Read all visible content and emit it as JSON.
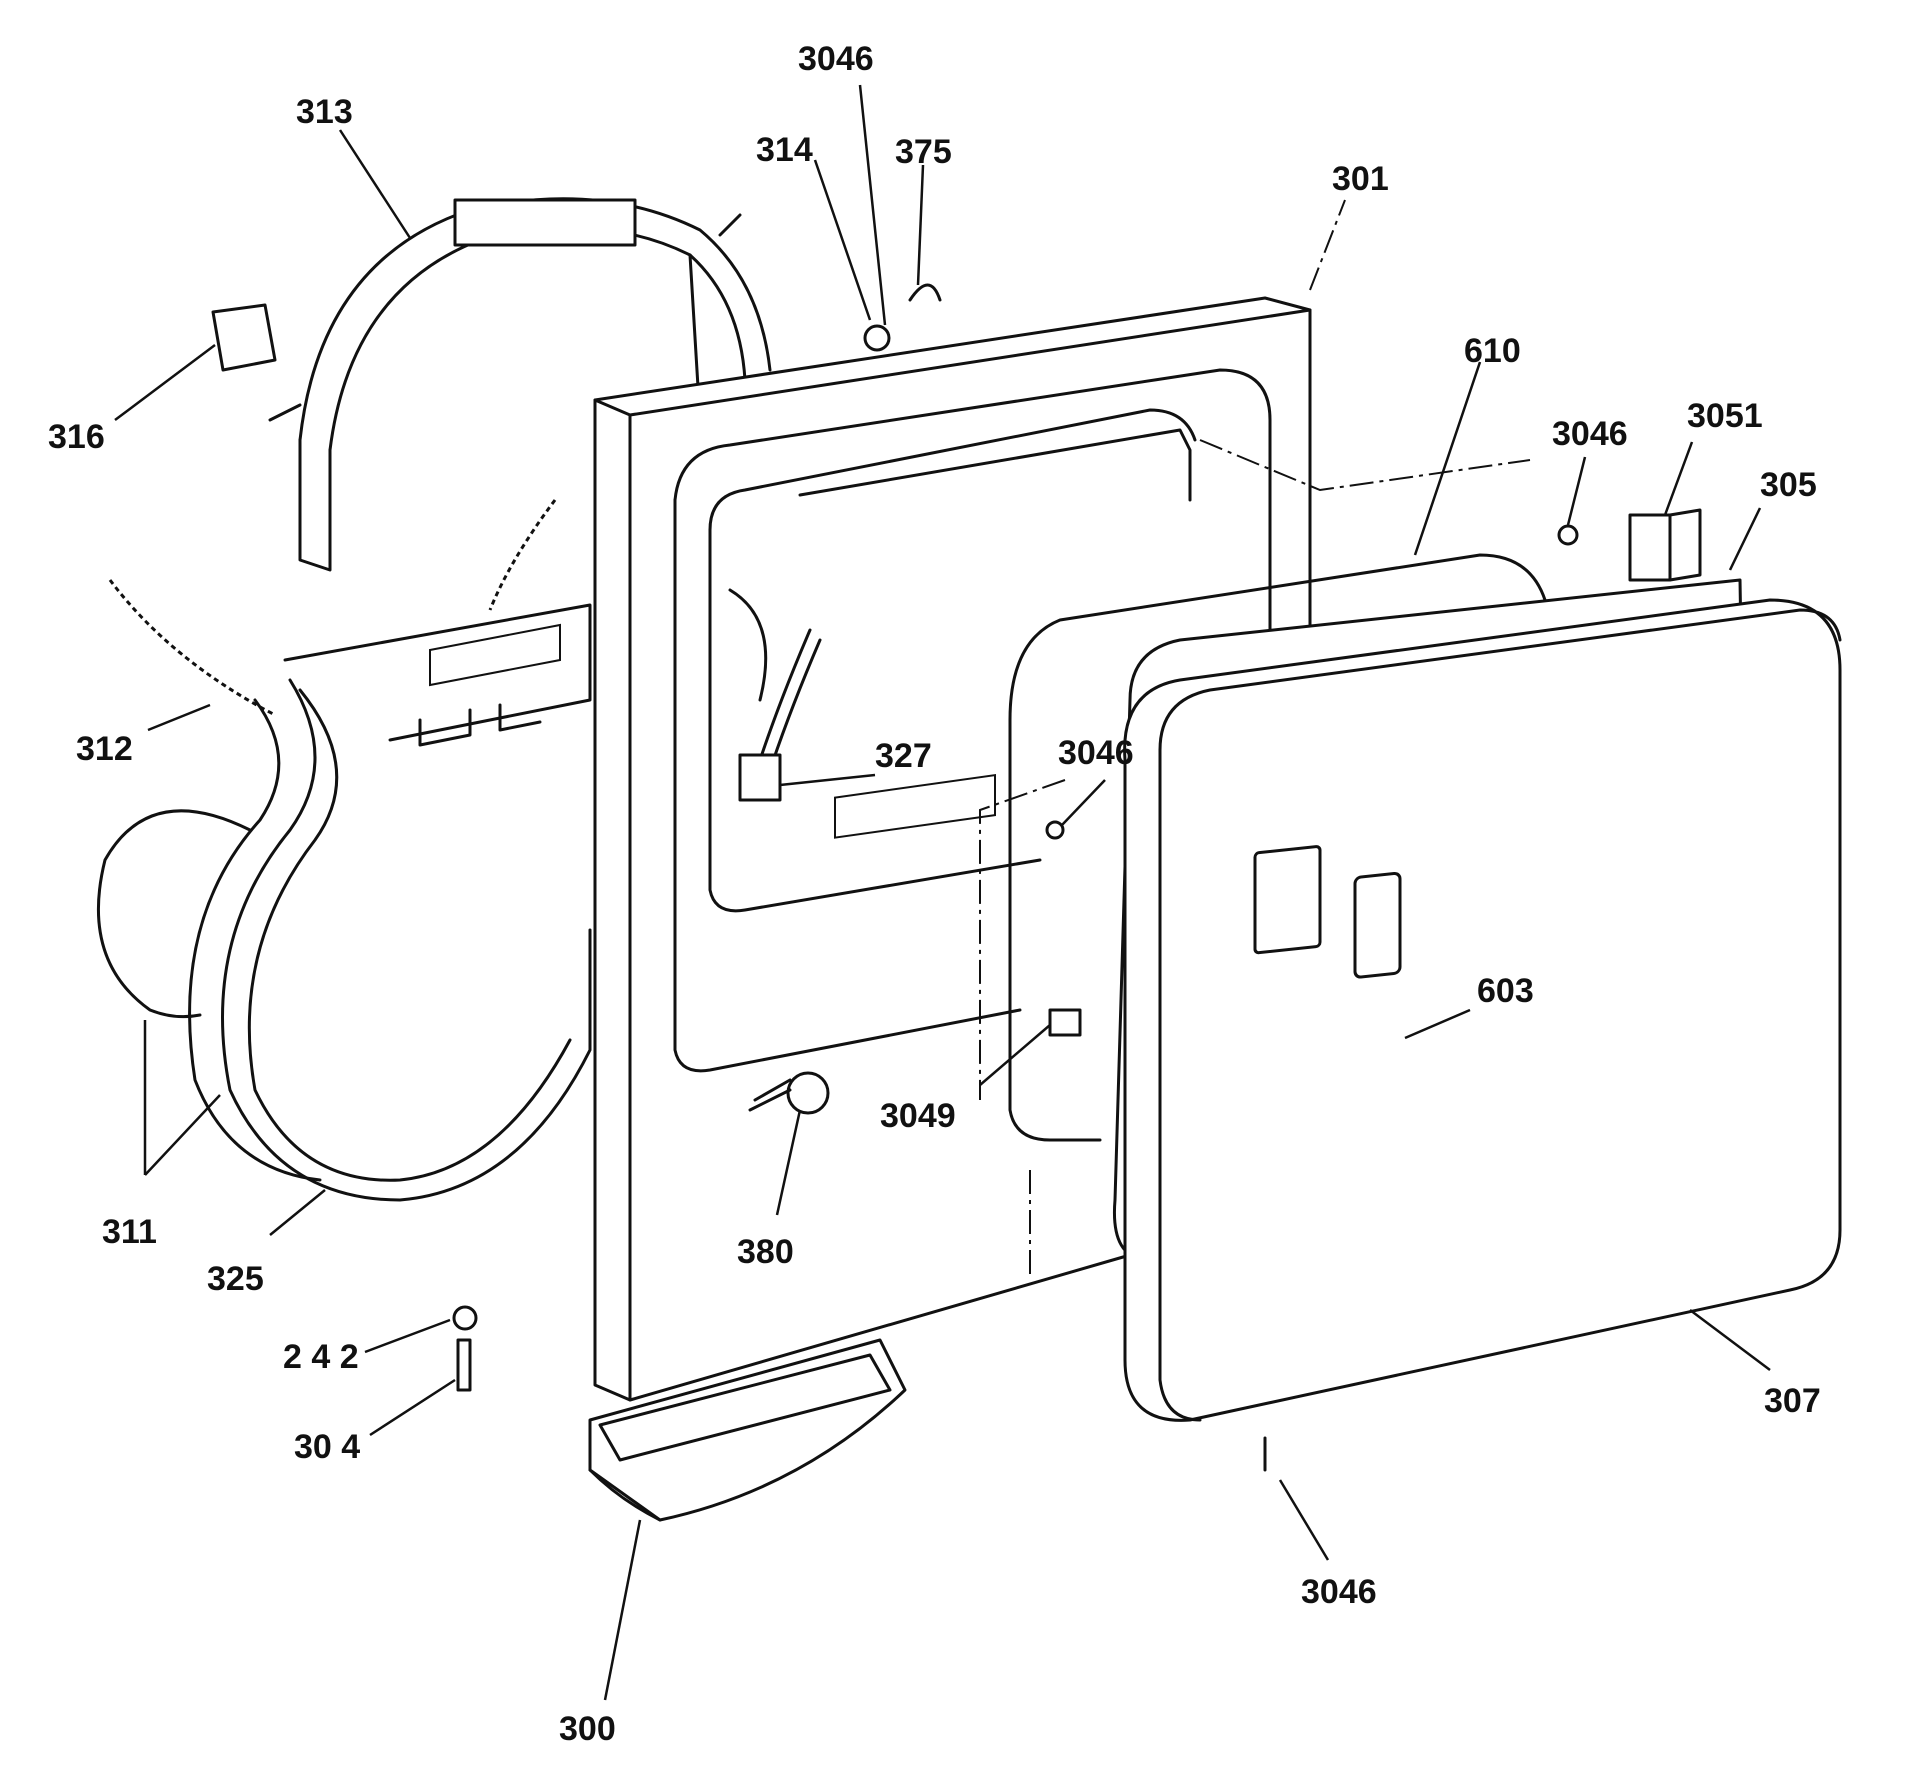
{
  "callouts": {
    "c313": "313",
    "c3046_top": "3046",
    "c314": "314",
    "c375": "375",
    "c301": "301",
    "c316": "316",
    "c610": "610",
    "c3046_right": "3046",
    "c3051": "3051",
    "c305": "305",
    "c312": "312",
    "c327": "327",
    "c3046_mid": "3046",
    "c603": "603",
    "c3049": "3049",
    "c311": "311",
    "c380": "380",
    "c325": "325",
    "c242": "2 4 2",
    "c307": "307",
    "c304": "30 4",
    "c3046_bottom": "3046",
    "c300": "300"
  }
}
